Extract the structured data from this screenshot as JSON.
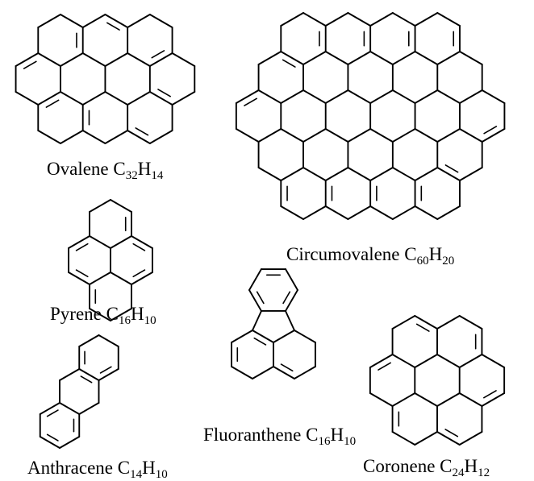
{
  "molecules": {
    "ovalene": {
      "name": "Ovalene",
      "c": "32",
      "h": "14"
    },
    "circumovalene": {
      "name": "Circumovalene",
      "c": "60",
      "h": "20"
    },
    "pyrene": {
      "name": "Pyrene",
      "c": "16",
      "h": "10"
    },
    "fluoranthene": {
      "name": "Fluoranthene",
      "c": "16",
      "h": "10"
    },
    "anthracene": {
      "name": "Anthracene",
      "c": "14",
      "h": "10"
    },
    "coronene": {
      "name": "Coronene",
      "c": "24",
      "h": "12"
    }
  },
  "element_symbols": {
    "carbon": "C",
    "hydrogen": "H"
  },
  "colors": {
    "ink": "#000000",
    "background": "#ffffff"
  }
}
